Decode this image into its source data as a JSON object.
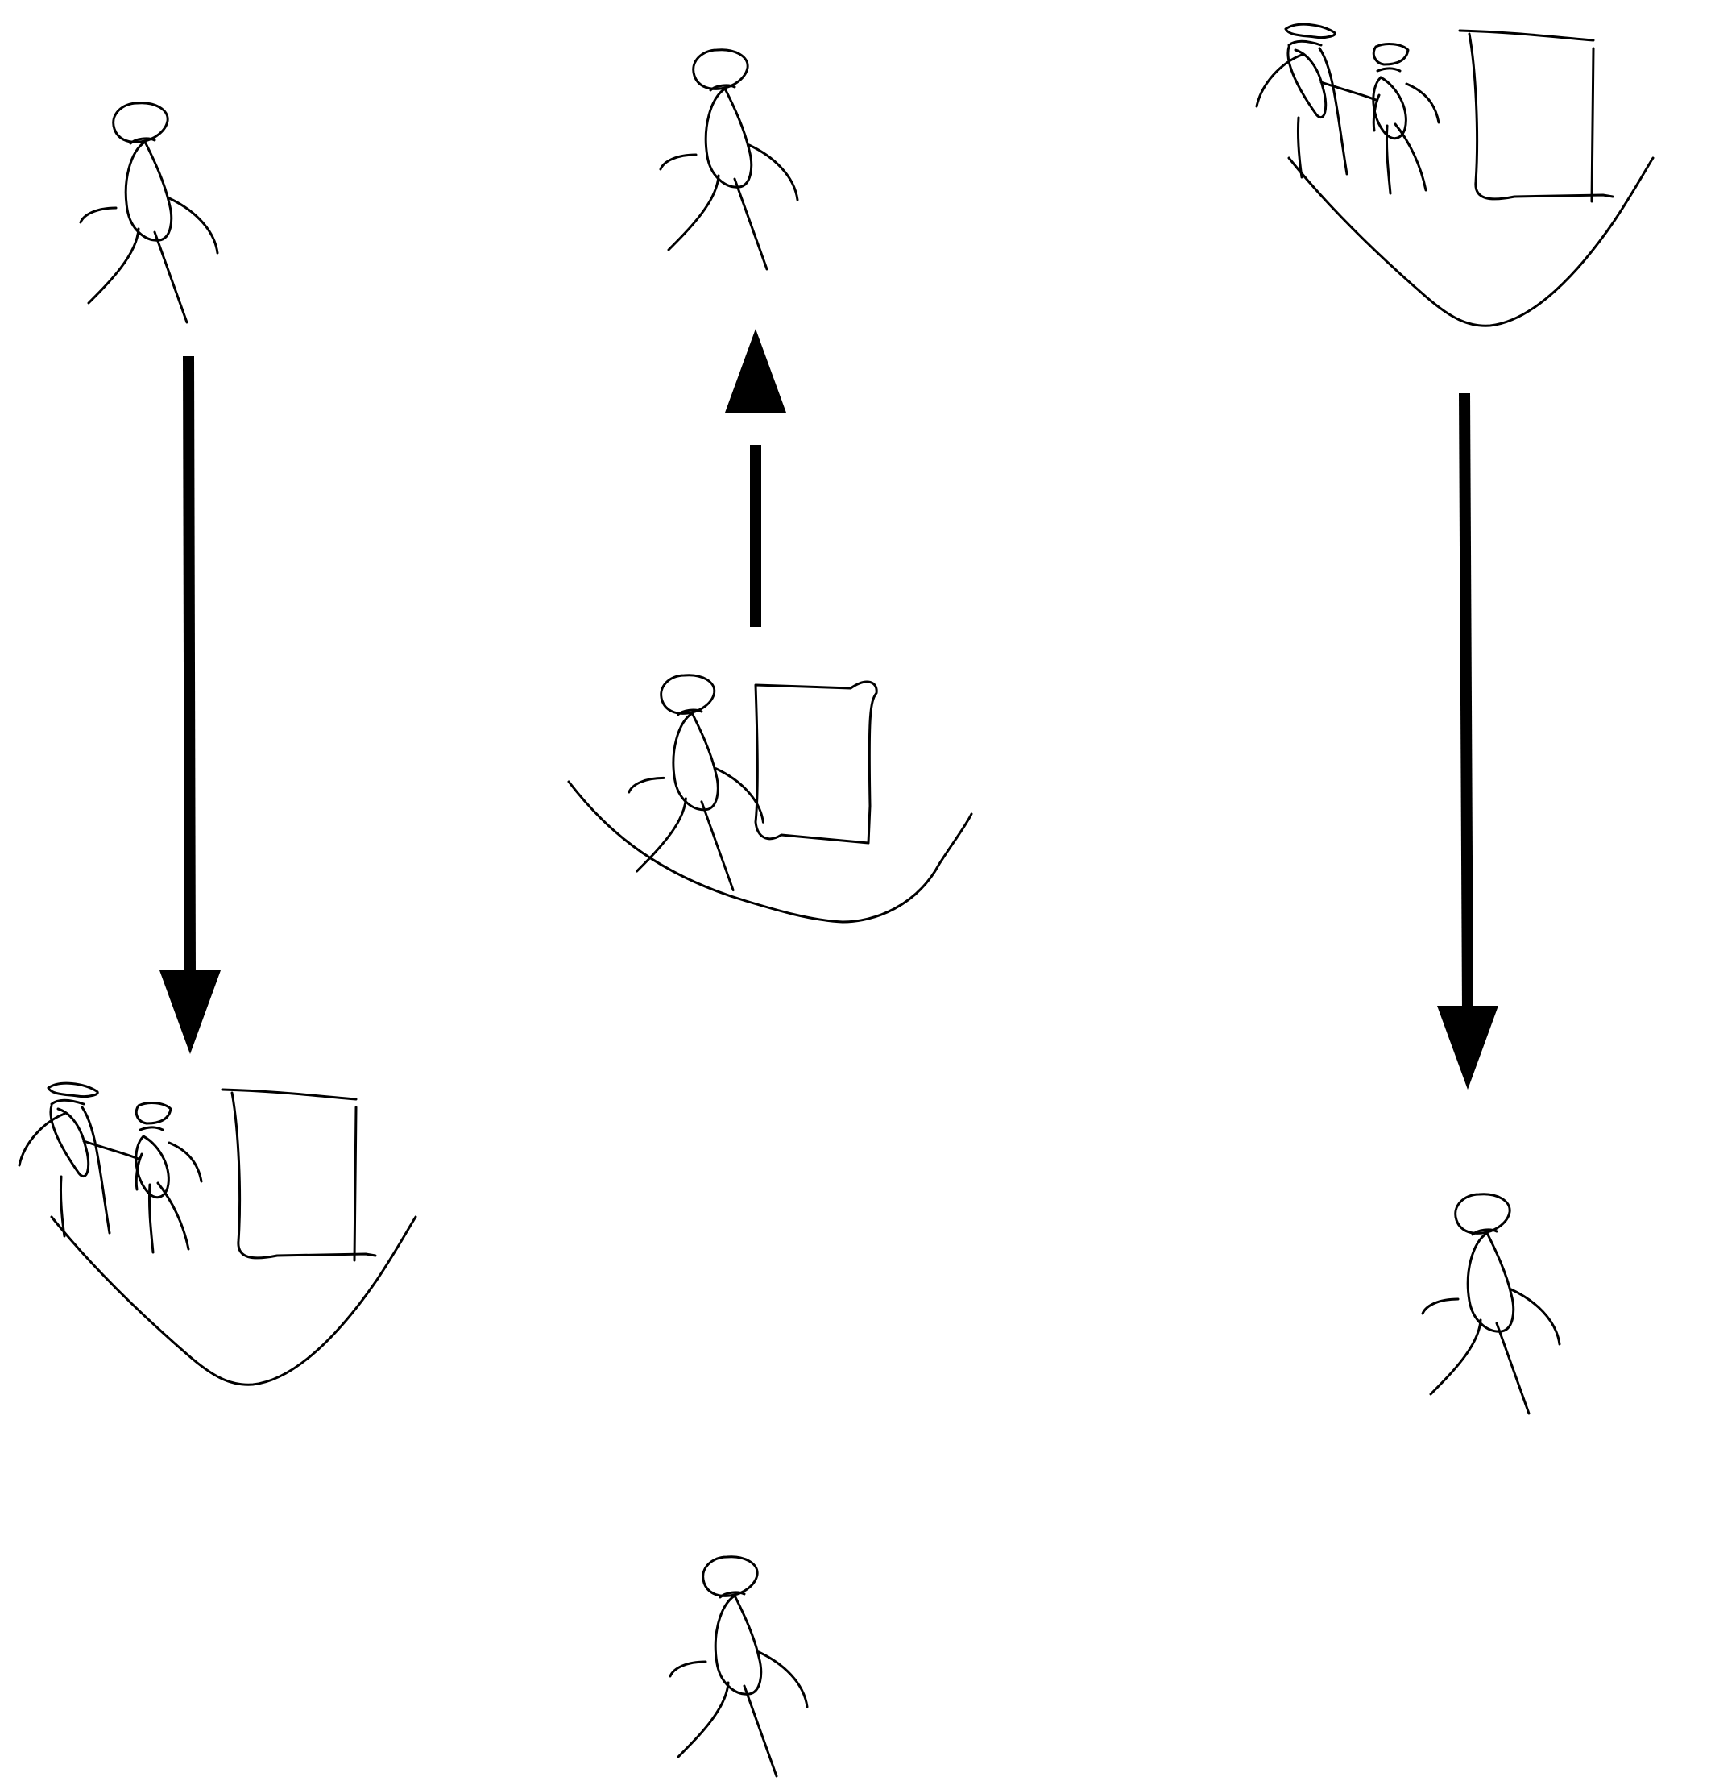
{
  "diagram": {
    "description_free": true,
    "columns": [
      {
        "top": "person-walking",
        "arrow": "down",
        "bottom": "two-people-with-board-in-pit"
      },
      {
        "top": "person-walking",
        "arrow": "up",
        "bottom": "person-with-board-in-pit"
      },
      {
        "top": "two-people-with-board-in-pit",
        "arrow": "down",
        "bottom": "person-walking"
      }
    ],
    "extra": [
      "person-walking"
    ],
    "ink_color": "#000000",
    "background_color": "#ffffff"
  }
}
